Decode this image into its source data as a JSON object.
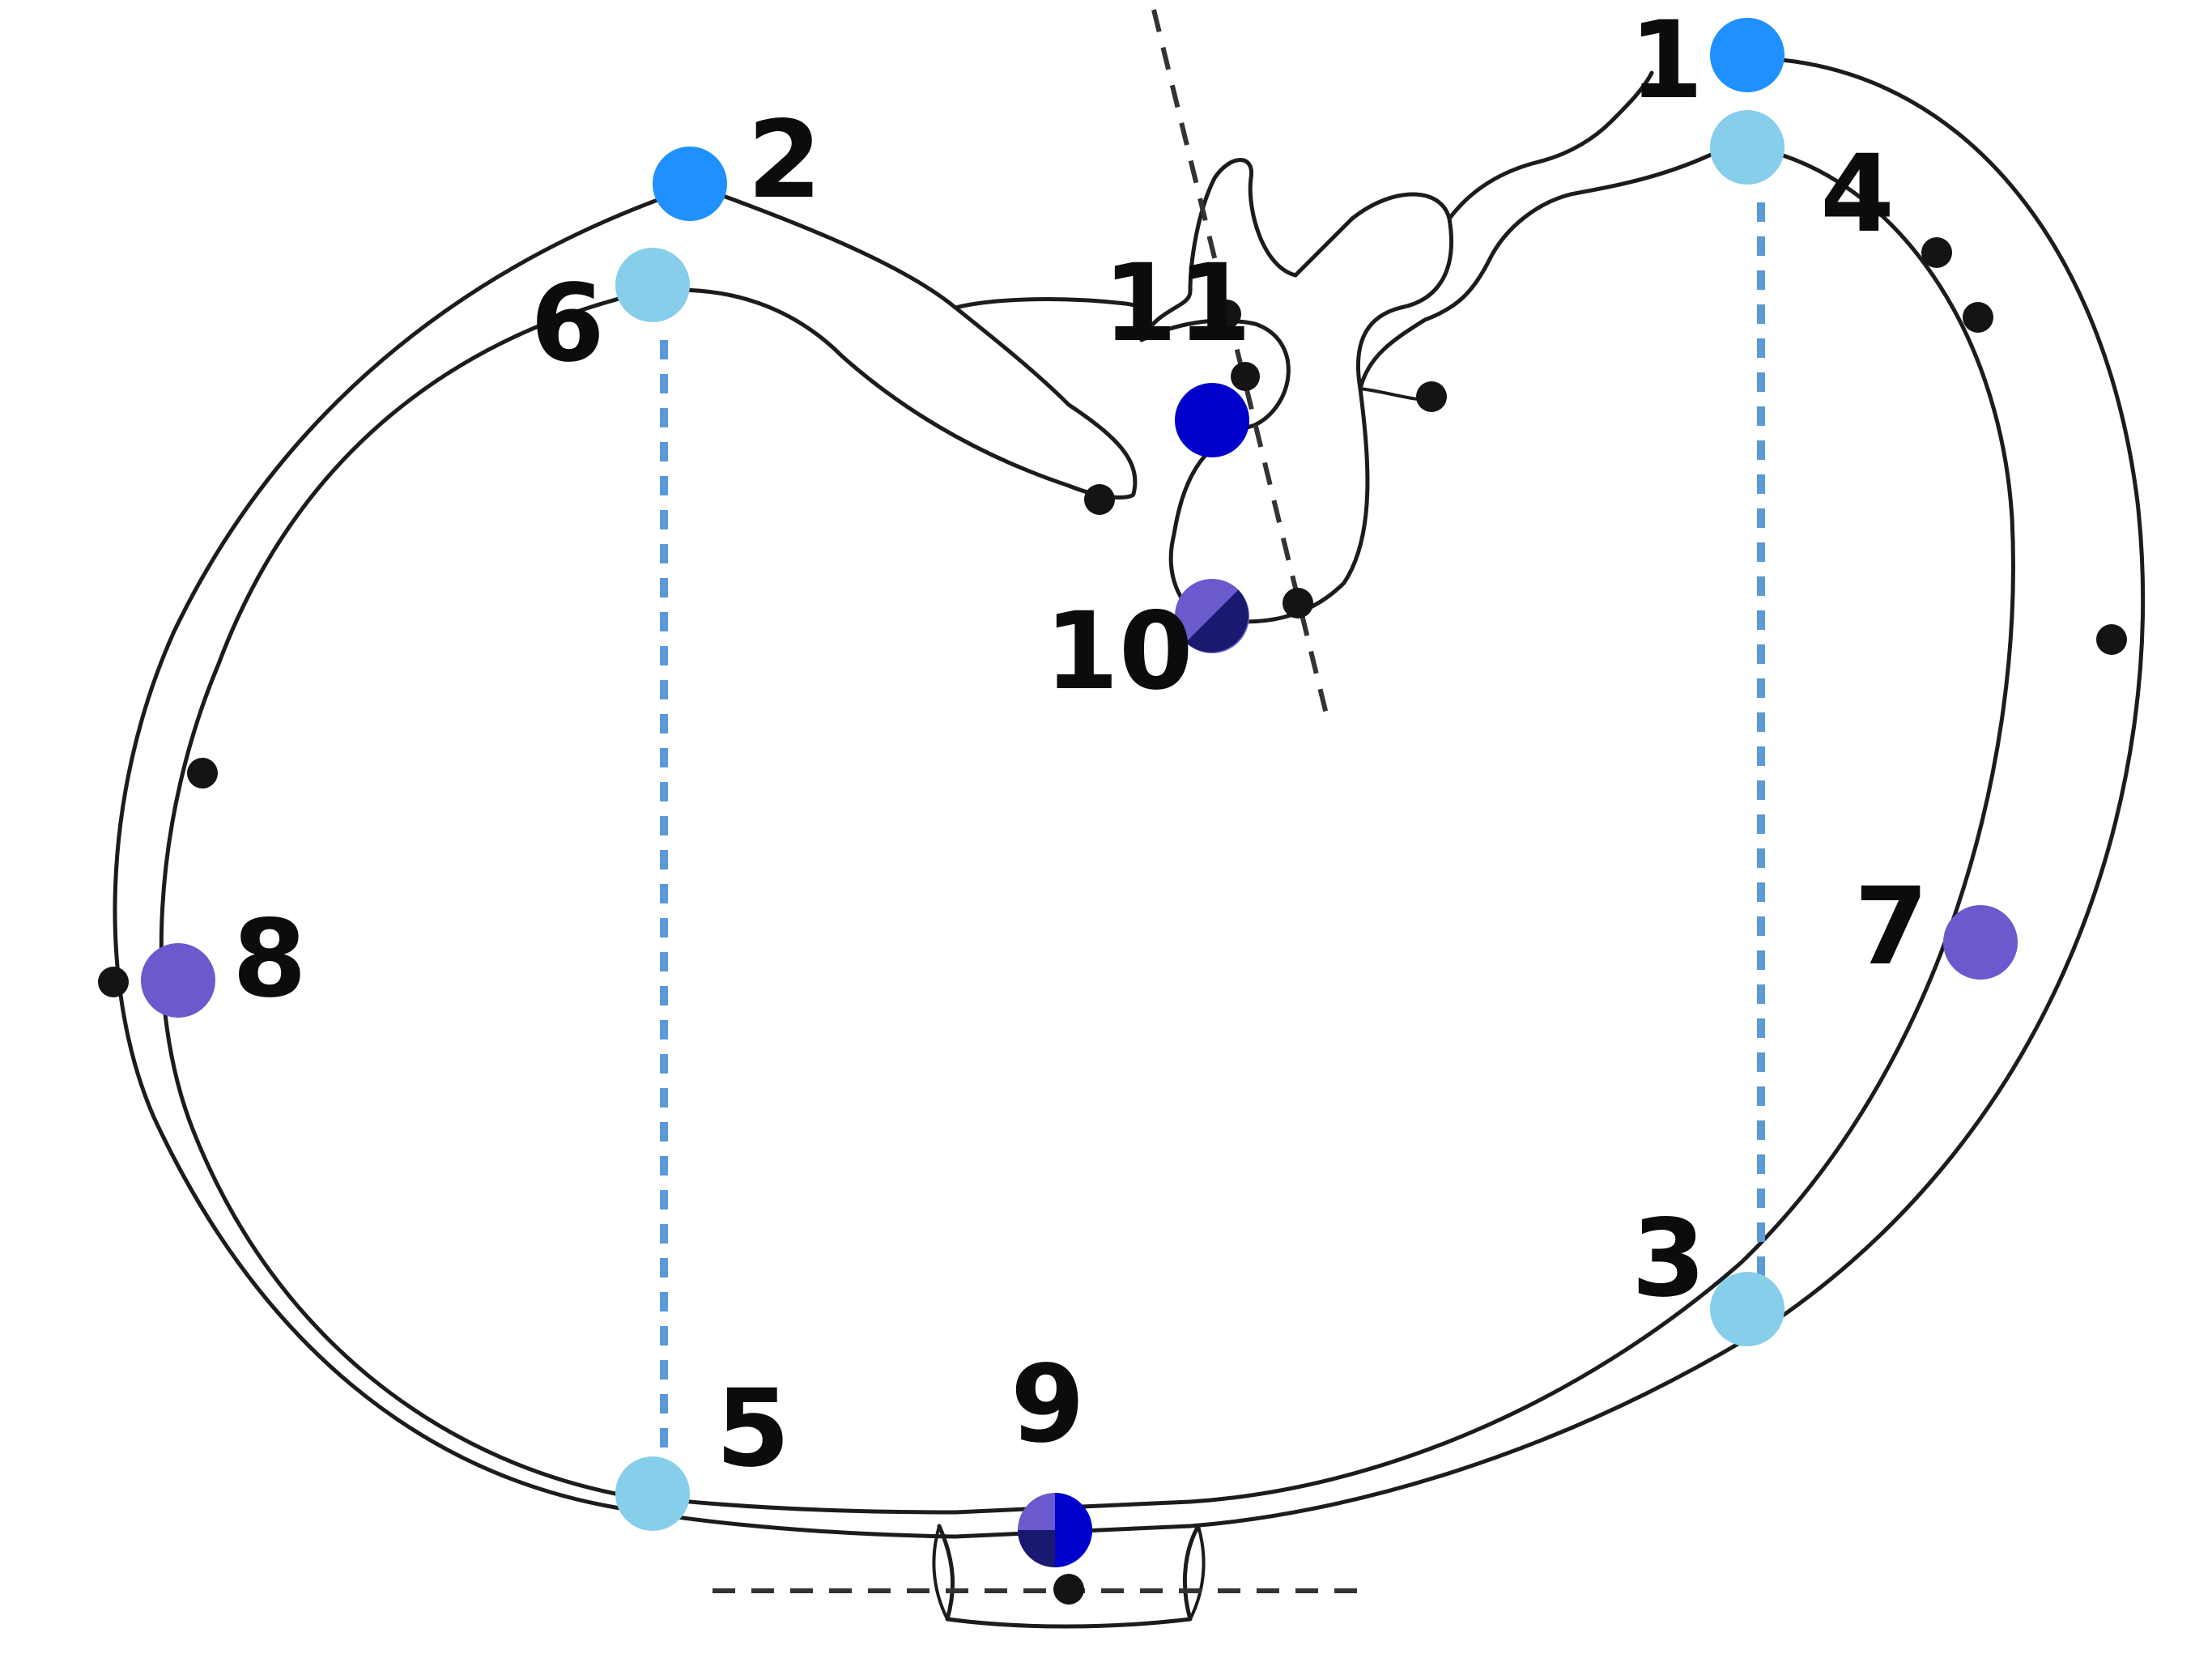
{
  "colors": {
    "marker_1": "#1e90ff",
    "marker_2": "#1e90ff",
    "marker_3": "#87ceeb",
    "marker_4": "#87ceeb",
    "marker_5": "#87ceeb",
    "marker_6": "#87ceeb",
    "marker_7": "#6a5acd",
    "marker_8": "#6a5acd",
    "marker_9_a": "#6a5acd",
    "marker_9_b": "#0000cd",
    "marker_9_c": "#191970",
    "marker_10_a": "#6a5acd",
    "marker_10_b": "#191970",
    "marker_11": "#0000cd",
    "guide_line": "#5b9ad6",
    "outline": "#1c1c1c"
  },
  "labels": {
    "l1": "1",
    "l2": "2",
    "l3": "3",
    "l4": "4",
    "l5": "5",
    "l6": "6",
    "l7": "7",
    "l8": "8",
    "l9": "9",
    "l10": "10",
    "l11": "11"
  }
}
